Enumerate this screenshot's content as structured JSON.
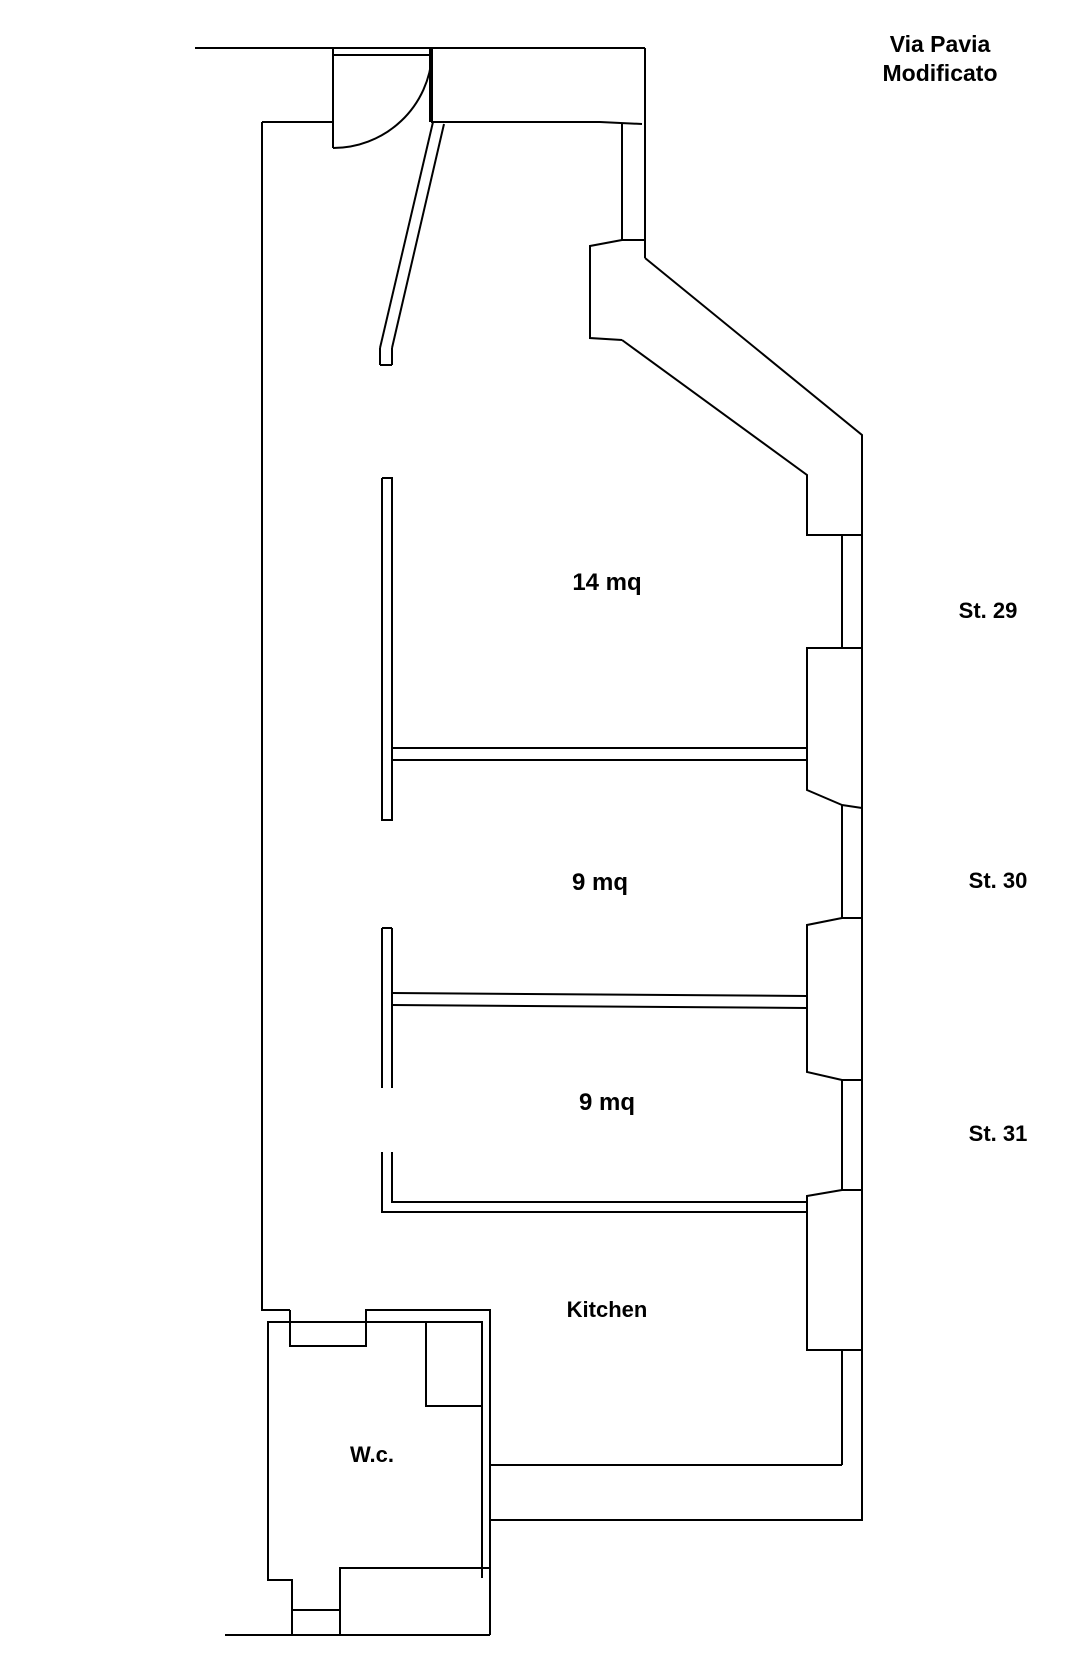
{
  "title": {
    "line1": "Via Pavia",
    "line2": "Modificato"
  },
  "rooms": {
    "room_14": "14 mq",
    "room_9_upper": "9 mq",
    "room_9_lower": "9 mq",
    "kitchen": "Kitchen",
    "wc": "W.c."
  },
  "windows": {
    "st29": "St. 29",
    "st30": "St. 30",
    "st31": "St. 31"
  },
  "colors": {
    "line": "#000000",
    "background": "#ffffff"
  }
}
